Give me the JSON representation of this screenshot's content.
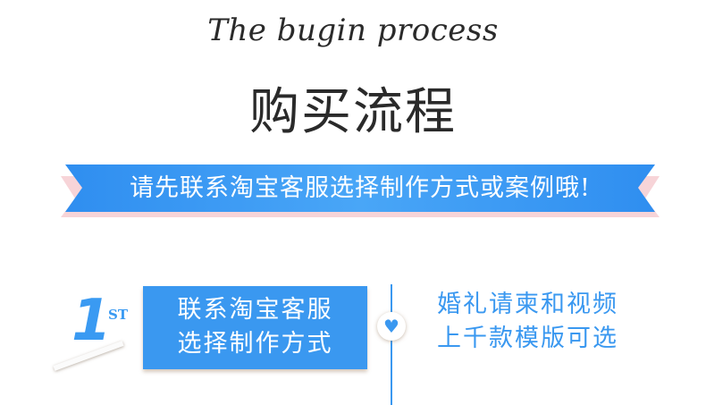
{
  "header": {
    "title_en": "The bugin process",
    "title_cn": "购买流程"
  },
  "banner": {
    "text": "请先联系淘宝客服选择制作方式或案例哦!"
  },
  "step": {
    "number": "1",
    "suffix": "ST",
    "box_line1": "联系淘宝客服",
    "box_line2": "选择制作方式",
    "desc_line1": "婚礼请柬和视频",
    "desc_line2": "上千款模版可选"
  },
  "colors": {
    "accent": "#3a98f0",
    "shadow_pink": "#f7d4d8"
  }
}
